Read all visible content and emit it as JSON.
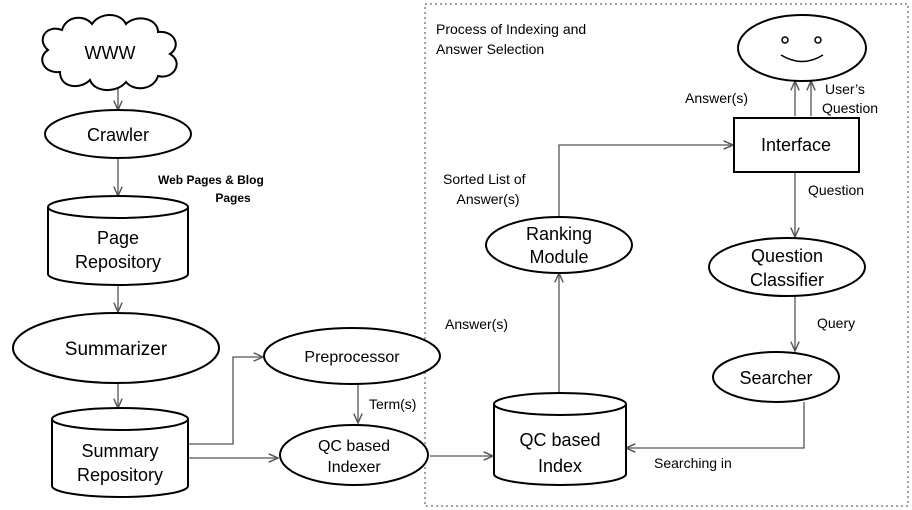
{
  "region": {
    "title_line1": "Process of  Indexing and",
    "title_line2": "Answer Selection"
  },
  "nodes": {
    "www": "WWW",
    "crawler": "Crawler",
    "page_repository": [
      "Page",
      "Repository"
    ],
    "summarizer": "Summarizer",
    "summary_repository": [
      "Summary",
      "Repository"
    ],
    "preprocessor": "Preprocessor",
    "qc_indexer": [
      "QC based",
      "Indexer"
    ],
    "qc_index": [
      "QC based",
      "Index"
    ],
    "ranking_module": [
      "Ranking",
      "Module"
    ],
    "interface": "Interface",
    "question_classifier": [
      "Question",
      "Classifier"
    ],
    "searcher": "Searcher"
  },
  "edge_labels": {
    "web_pages": [
      "Web Pages & Blog",
      "Pages"
    ],
    "terms": "Term(s)",
    "answers_up": "Answer(s)",
    "sorted_list": [
      "Sorted List of",
      "Answer(s)"
    ],
    "answers_user": "Answer(s)",
    "users_question": [
      "User’s",
      "Question"
    ],
    "question": "Question",
    "query": "Query",
    "searching_in": "Searching in"
  }
}
